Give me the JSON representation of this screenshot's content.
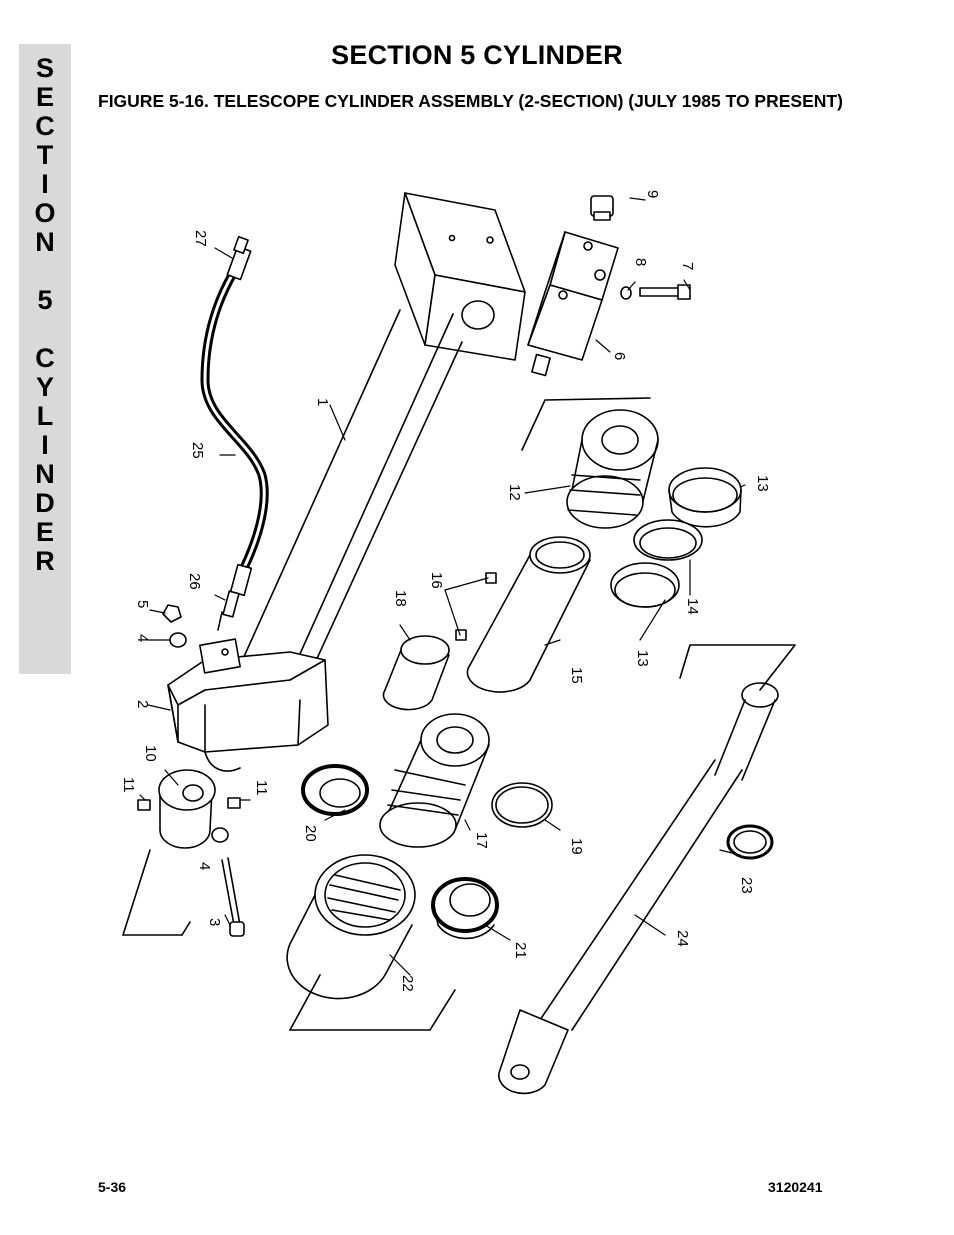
{
  "side_tab": {
    "letters": [
      "S",
      "E",
      "C",
      "T",
      "I",
      "O",
      "N",
      "",
      "5",
      "",
      "C",
      "Y",
      "L",
      "I",
      "N",
      "D",
      "E",
      "R"
    ]
  },
  "header": {
    "section_title": "SECTION 5  CYLINDER",
    "figure_caption": "FIGURE 5-16.  TELESCOPE CYLINDER ASSEMBLY (2-SECTION) (JULY 1985 TO PRESENT)"
  },
  "footer": {
    "page_number": "5-36",
    "doc_number": "3120241"
  },
  "callouts": {
    "c1": "1",
    "c2": "2",
    "c3": "3",
    "c4a": "4",
    "c4b": "4",
    "c5": "5",
    "c6": "6",
    "c7": "7",
    "c8": "8",
    "c9": "9",
    "c10": "10",
    "c11a": "11",
    "c11b": "11",
    "c12": "12",
    "c13a": "13",
    "c13b": "13",
    "c14": "14",
    "c15": "15",
    "c16": "16",
    "c17": "17",
    "c18": "18",
    "c19": "19",
    "c20": "20",
    "c21": "21",
    "c22": "22",
    "c23": "23",
    "c24": "24",
    "c25": "25",
    "c26": "26",
    "c27": "27"
  },
  "colors": {
    "tab_bg": "#d9d9d9",
    "ink": "#000000"
  }
}
